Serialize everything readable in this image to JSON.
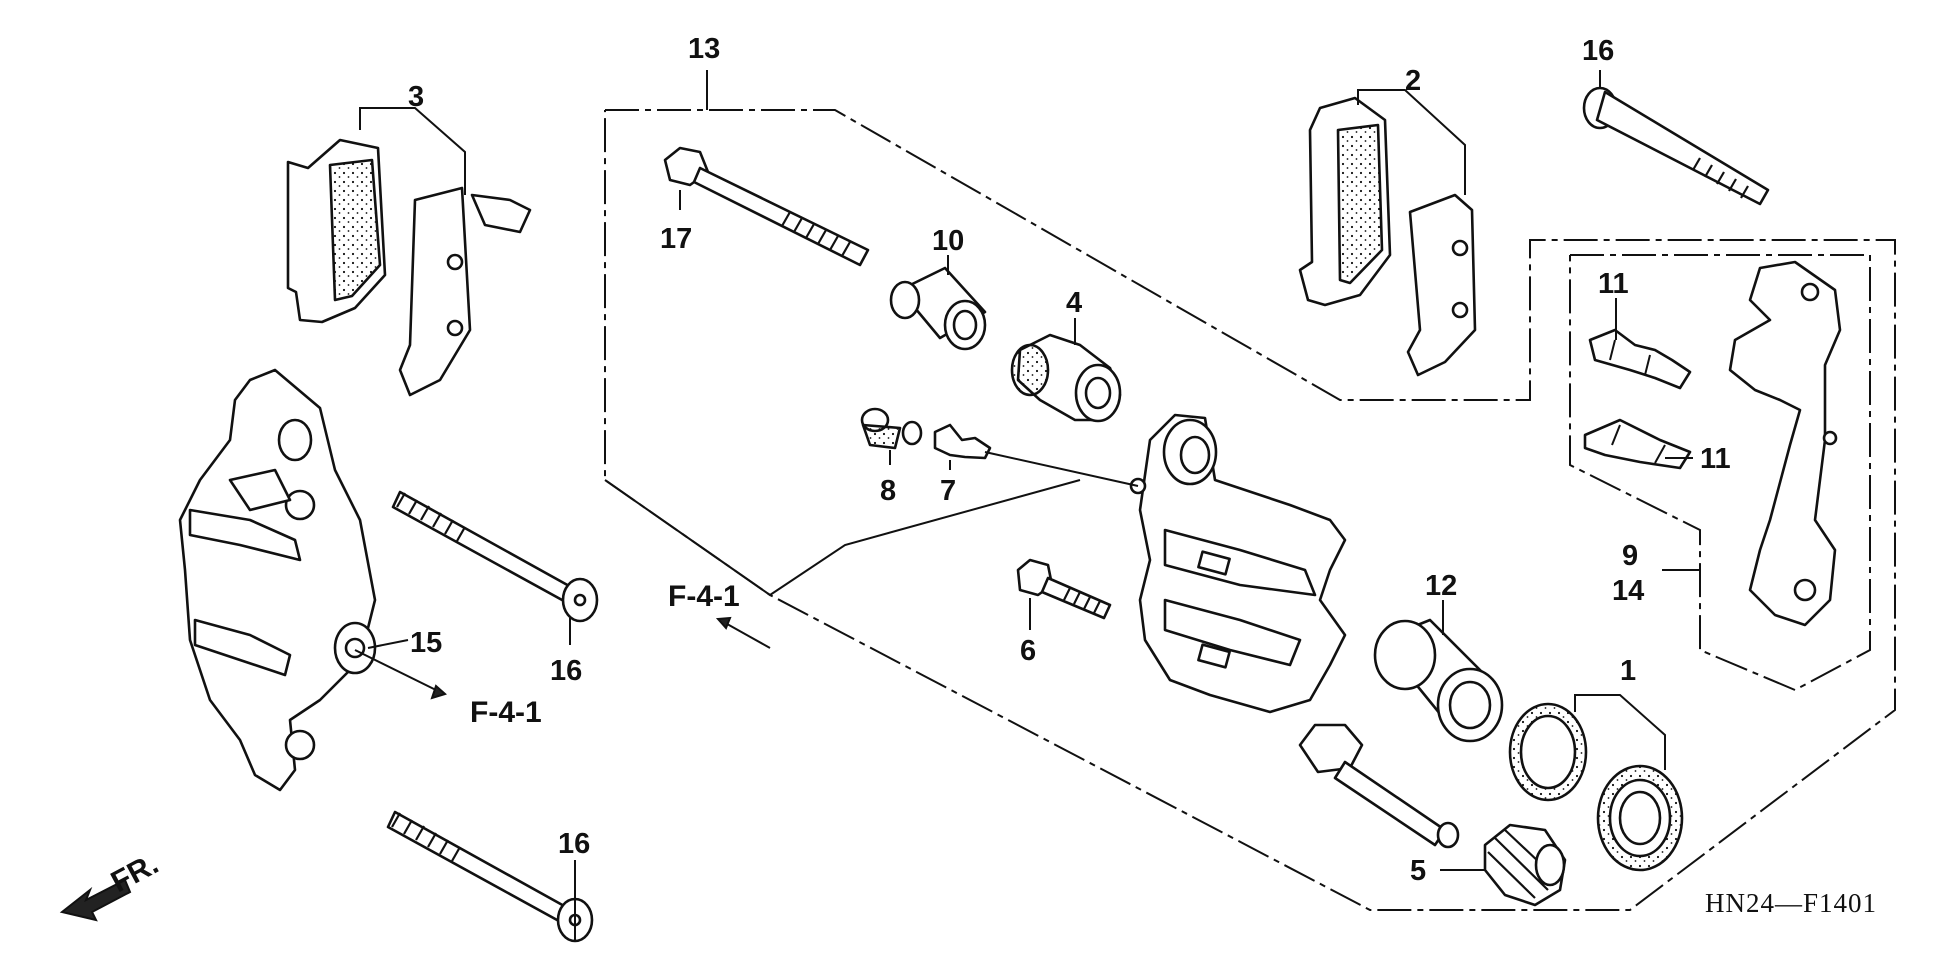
{
  "callouts": {
    "c1": "1",
    "c2": "2",
    "c3": "3",
    "c4": "4",
    "c5": "5",
    "c6": "6",
    "c7": "7",
    "c8": "8",
    "c9": "9",
    "c10": "10",
    "c11a": "11",
    "c11b": "11",
    "c12": "12",
    "c13": "13",
    "c14": "14",
    "c15": "15",
    "c16a": "16",
    "c16b": "16",
    "c16c": "16",
    "c17": "17"
  },
  "references": {
    "ref_center": "F-4-1",
    "ref_left": "F-4-1"
  },
  "front_label": "FR.",
  "diagram_code": "HN24—F1401"
}
